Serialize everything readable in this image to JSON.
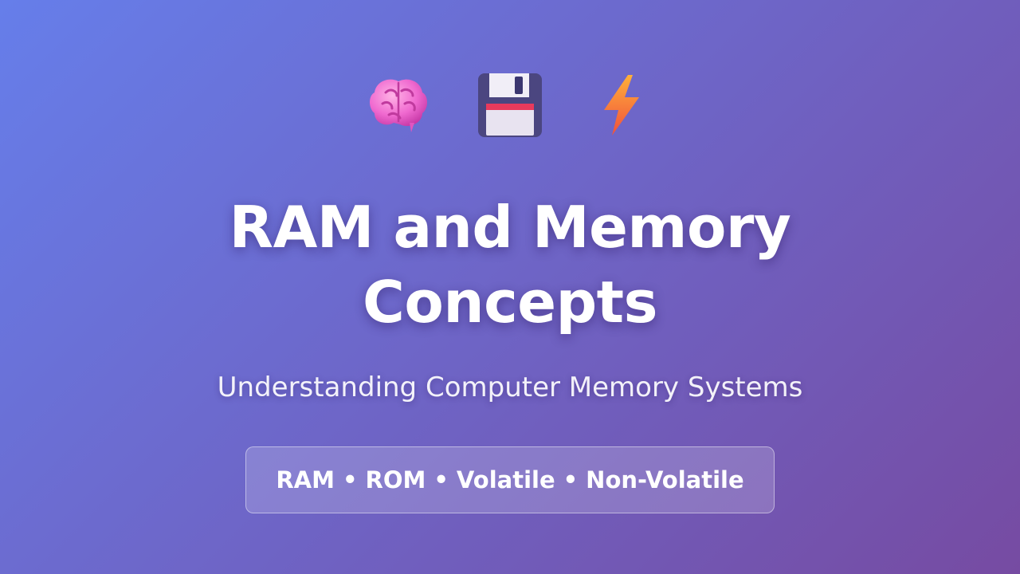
{
  "icons": [
    {
      "name": "brain-icon"
    },
    {
      "name": "floppy-disk-icon"
    },
    {
      "name": "lightning-bolt-icon"
    }
  ],
  "title": {
    "line1": "RAM and Memory",
    "line2": "Concepts"
  },
  "subtitle": "Understanding Computer Memory Systems",
  "tags": {
    "items": [
      "RAM",
      "ROM",
      "Volatile",
      "Non-Volatile"
    ],
    "separator": "•"
  },
  "colors": {
    "gradient_start": "#667eea",
    "gradient_end": "#764ba2",
    "text": "#ffffff"
  }
}
